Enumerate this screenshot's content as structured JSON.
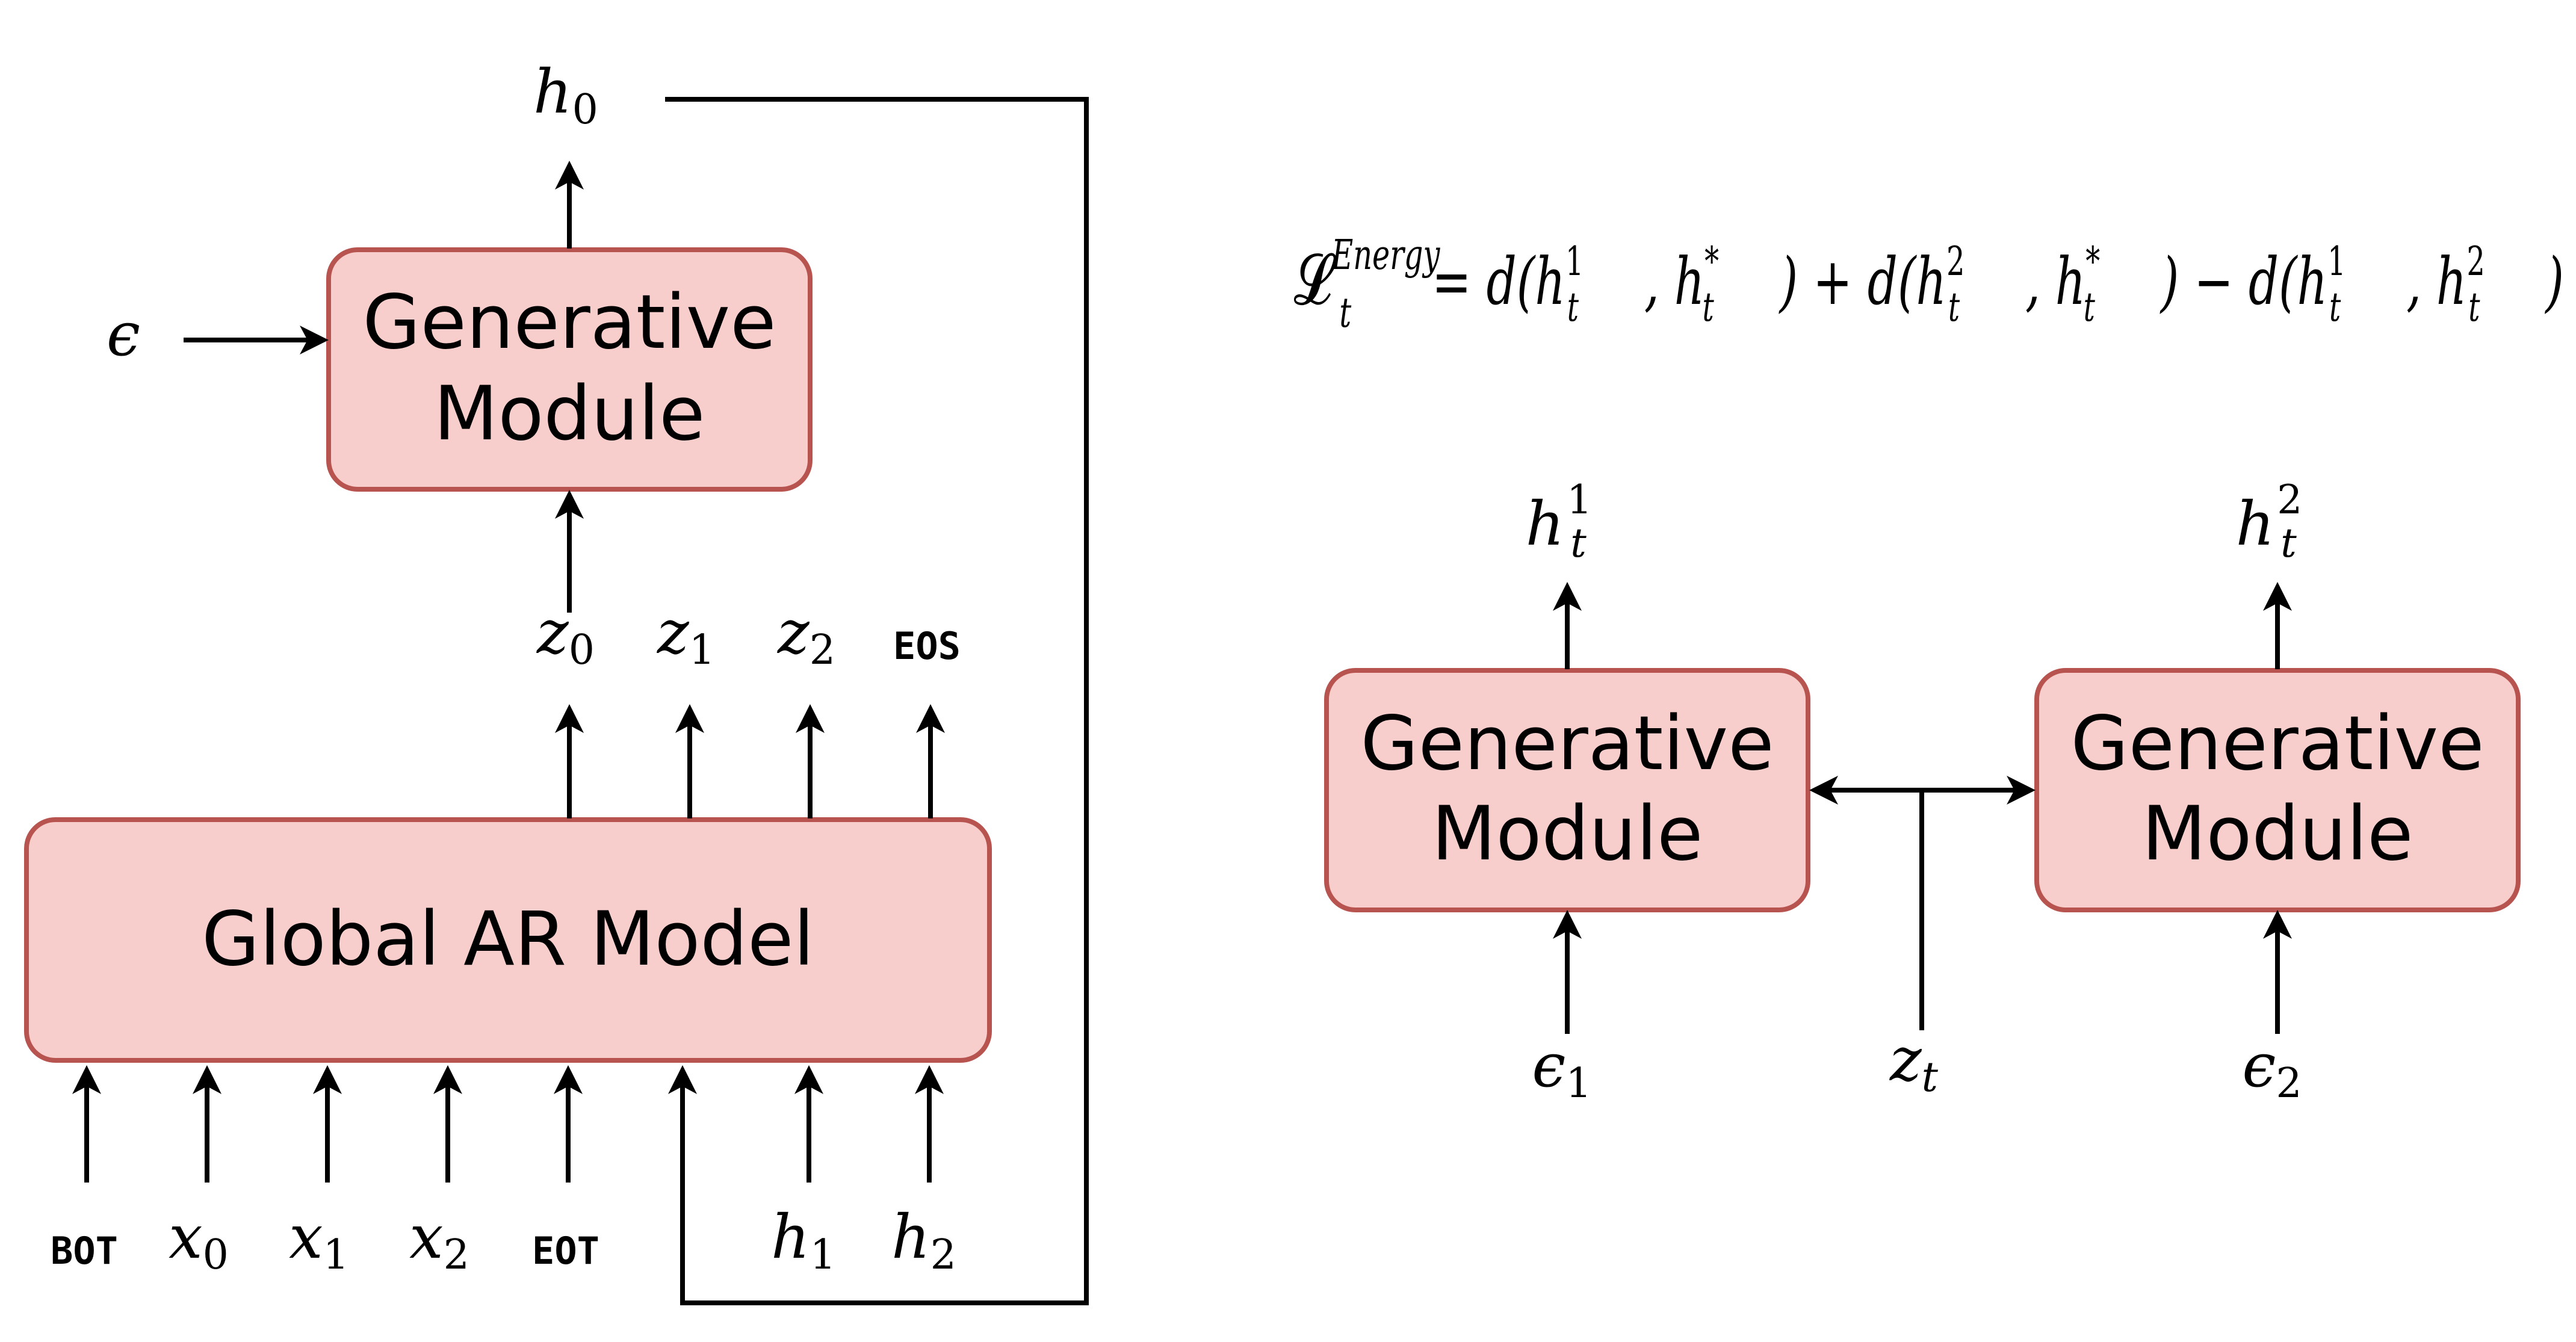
{
  "left": {
    "gen_module": [
      "Generative",
      "Module"
    ],
    "global_ar_model": "Global AR Model",
    "noise_input": "ϵ",
    "output_h0": {
      "base": "h",
      "sub": "0"
    },
    "outputs_z": [
      {
        "base": "z",
        "sub": "0"
      },
      {
        "base": "z",
        "sub": "1"
      },
      {
        "base": "z",
        "sub": "2"
      }
    ],
    "eos_token": "EOS",
    "bot_token": "BOT",
    "eot_token": "EOT",
    "inputs_x": [
      {
        "base": "x",
        "sub": "0"
      },
      {
        "base": "x",
        "sub": "1"
      },
      {
        "base": "x",
        "sub": "2"
      }
    ],
    "inputs_h": [
      {
        "base": "h",
        "sub": "1"
      },
      {
        "base": "h",
        "sub": "2"
      }
    ]
  },
  "right": {
    "equation": {
      "lhs": "𝓛",
      "lhs_sup": "Energy",
      "lhs_sub": "t",
      "rhs": [
        {
          "type": "text",
          "t": " = d(h"
        },
        {
          "type": "sup",
          "t": "1"
        },
        {
          "type": "sub",
          "t": "t"
        },
        {
          "type": "text",
          "t": ", h"
        },
        {
          "type": "sup",
          "t": "*"
        },
        {
          "type": "sub",
          "t": "t"
        },
        {
          "type": "text",
          "t": ") + d(h"
        },
        {
          "type": "sup",
          "t": "2"
        },
        {
          "type": "sub",
          "t": "t"
        },
        {
          "type": "text",
          "t": ", h"
        },
        {
          "type": "sup",
          "t": "*"
        },
        {
          "type": "sub",
          "t": "t"
        },
        {
          "type": "text",
          "t": ") − d(h"
        },
        {
          "type": "sup",
          "t": "1"
        },
        {
          "type": "sub",
          "t": "t"
        },
        {
          "type": "text",
          "t": ", h"
        },
        {
          "type": "sup",
          "t": "2"
        },
        {
          "type": "sub",
          "t": "t"
        },
        {
          "type": "text",
          "t": ")"
        }
      ]
    },
    "gen_module_1": [
      "Generative",
      "Module"
    ],
    "gen_module_2": [
      "Generative",
      "Module"
    ],
    "output_1": {
      "base": "h",
      "sup": "1",
      "sub": "t"
    },
    "output_2": {
      "base": "h",
      "sup": "2",
      "sub": "t"
    },
    "noise_1": {
      "base": "ϵ",
      "sub": "1"
    },
    "noise_2": {
      "base": "ϵ",
      "sub": "2"
    },
    "shared_latent": {
      "base": "z",
      "sub": "t"
    }
  }
}
